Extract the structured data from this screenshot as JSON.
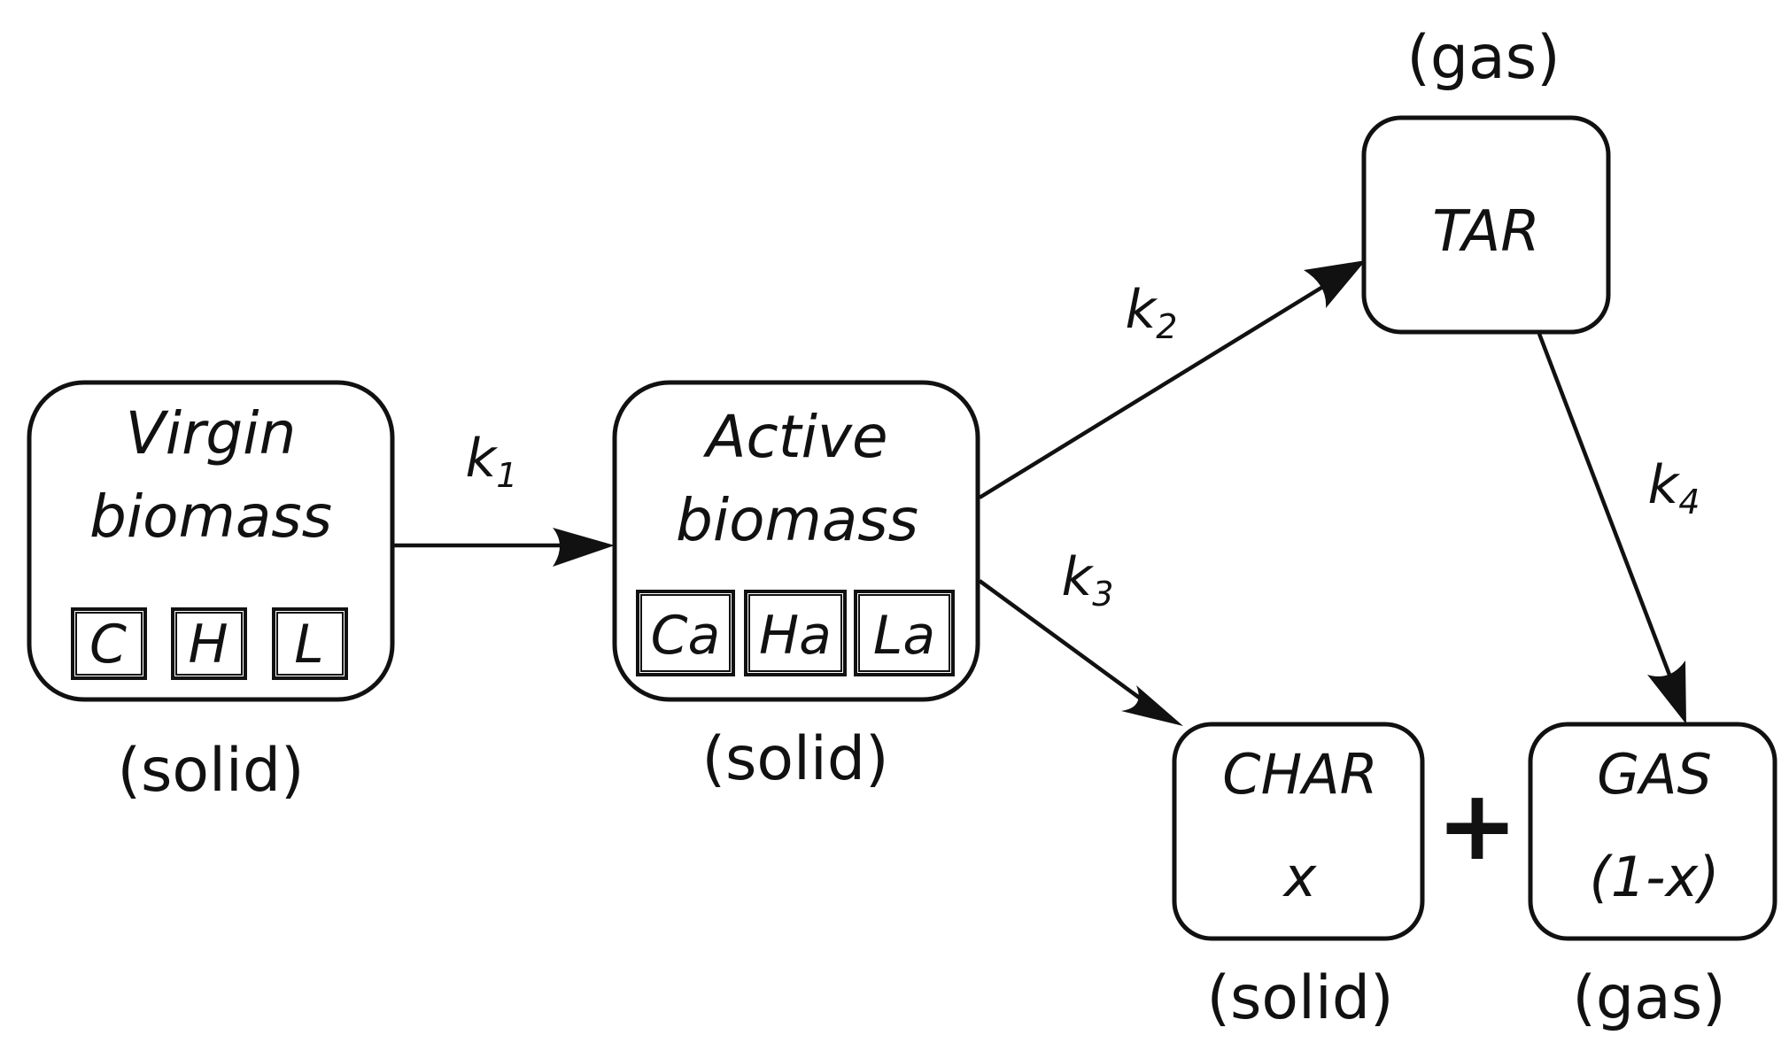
{
  "nodes": {
    "virgin": {
      "line1": "Virgin",
      "line2": "biomass",
      "components": [
        "C",
        "H",
        "L"
      ],
      "phase": "(solid)"
    },
    "active": {
      "line1": "Active",
      "line2": "biomass",
      "components": [
        "Ca",
        "Ha",
        "La"
      ],
      "phase": "(solid)"
    },
    "tar": {
      "label": "TAR",
      "phase": "(gas)"
    },
    "char": {
      "line1": "CHAR",
      "line2": "x",
      "phase": "(solid)"
    },
    "gas": {
      "line1": "GAS",
      "line2": "(1-x)",
      "phase": "(gas)"
    }
  },
  "plus": "+",
  "rates": [
    {
      "k": "k",
      "sub": "1"
    },
    {
      "k": "k",
      "sub": "2"
    },
    {
      "k": "k",
      "sub": "3"
    },
    {
      "k": "k",
      "sub": "4"
    }
  ]
}
